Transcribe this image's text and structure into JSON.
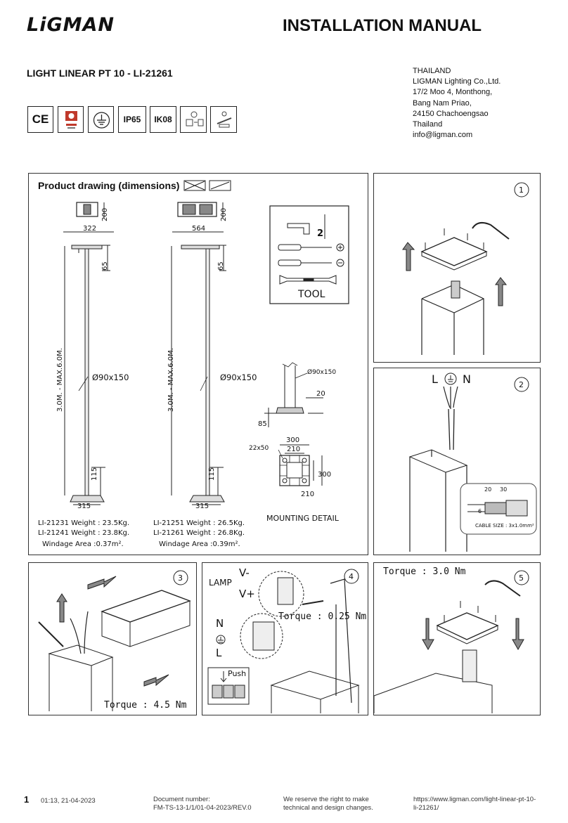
{
  "header": {
    "logo": "LiGMAN",
    "doc_title": "INSTALLATION MANUAL",
    "product_title": "LIGHT LINEAR PT 10 - LI-21261",
    "address": [
      "THAILAND",
      "LIGMAN Lighting Co.,Ltd.",
      "17/2 Moo 4, Monthong,",
      "Bang Nam Priao,",
      "24150 Chachoengsao",
      "Thailand",
      "info@ligman.com"
    ]
  },
  "certifications": [
    "CE",
    "IP65",
    "IK08"
  ],
  "drawing_panel": {
    "title": "Product drawing (dimensions)",
    "left": {
      "head_h": "200",
      "width": "322",
      "arm_h": "65",
      "height": "3.0M. - MAX.6.0M.",
      "pole": "Ø90x150",
      "base_h": "115",
      "base_w": "315",
      "weights": [
        "LI-21231 Weight : 23.5Kg.",
        "LI-21241 Weight : 23.8Kg."
      ],
      "windage": "Windage Area :0.37m²."
    },
    "right": {
      "head_h": "200",
      "width": "564",
      "arm_h": "65",
      "height": "3.0M. - MAX.6.0M.",
      "pole": "Ø90x150",
      "base_h": "115",
      "base_w": "315",
      "weights": [
        "LI-21251 Weight : 26.5Kg.",
        "LI-21261 Weight : 26.8Kg."
      ],
      "windage": "Windage Area :0.39m²."
    },
    "tool_label": "TOOL",
    "tool_size": "2",
    "mounting": {
      "pole": "Ø90x150",
      "d20": "20",
      "d85": "85",
      "d300": "300",
      "d210": "210",
      "bolt": "22x50",
      "side300": "300",
      "side210": "210",
      "label": "MOUNTING DETAIL"
    }
  },
  "steps": {
    "s1": {
      "num": "1"
    },
    "s2": {
      "num": "2",
      "L": "L",
      "N": "N",
      "d20": "20",
      "d30": "30",
      "d6": "6",
      "cable": "CABLE SIZE : 3x1.0mm²"
    },
    "s3": {
      "num": "3",
      "torque": "Torque : 4.5 Nm"
    },
    "s4": {
      "num": "4",
      "lamp": "LAMP",
      "vminus": "V-",
      "vplus": "V+",
      "torque": "Torque : 0.25 Nm",
      "N": "N",
      "L": "L",
      "push": "Push"
    },
    "s5": {
      "num": "5",
      "torque": "Torque : 3.0 Nm"
    }
  },
  "footer": {
    "page": "1",
    "time": "01:13, 21-04-2023",
    "doc_label": "Document number:",
    "doc_number": "FM-TS-13-1/1/01-04-2023/REV.0",
    "rights1": "We reserve the right to make",
    "rights2": "technical and design changes.",
    "url1": "https://www.ligman.com/light-linear-pt-10-",
    "url2": "li-21261/"
  }
}
